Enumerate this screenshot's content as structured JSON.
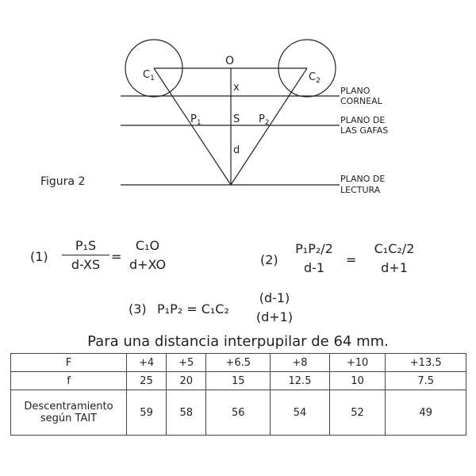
{
  "diagram": {
    "labels": {
      "O": "O",
      "C1": "C",
      "C1_sub": "1",
      "C2": "C",
      "C2_sub": "2",
      "x": "x",
      "S": "S",
      "P1": "P",
      "P1_sub": "1",
      "P2": "P",
      "P2_sub": "2",
      "d": "d"
    },
    "planes": {
      "corneal_1": "PLANO",
      "corneal_2": "CORNEAL",
      "gafas_1": "PLANO DE",
      "gafas_2": "LAS GAFAS",
      "lectura_1": "PLANO DE",
      "lectura_2": "LECTURA"
    },
    "figure_label": "Figura 2"
  },
  "equations": {
    "eq1": {
      "number": "(1)",
      "num_left": "P₁S",
      "den_left": "d-XS",
      "equals": "=",
      "num_right": "C₁O",
      "den_right": "d+XO"
    },
    "eq2": {
      "number": "(2)",
      "num_left": "P₁P₂/2",
      "den_left": "d-1",
      "equals": "=",
      "num_right": "C₁C₂/2",
      "den_right": "d+1"
    },
    "eq3": {
      "number": "(3)",
      "lhs": "P₁P₂ = C₁C₂",
      "num": "(d-1)",
      "den": "(d+1)"
    }
  },
  "table": {
    "title": "Para una distancia interpupilar de 64 mm.",
    "rows": [
      {
        "header": "F",
        "values": [
          "+4",
          "+5",
          "+6.5",
          "+8",
          "+10",
          "+13.5"
        ]
      },
      {
        "header": "f",
        "values": [
          "25",
          "20",
          "15",
          "12.5",
          "10",
          "7.5"
        ]
      },
      {
        "header_1": "Descentramiento",
        "header_2": "según TAIT",
        "values": [
          "59",
          "58",
          "56",
          "54",
          "52",
          "49"
        ]
      }
    ]
  }
}
